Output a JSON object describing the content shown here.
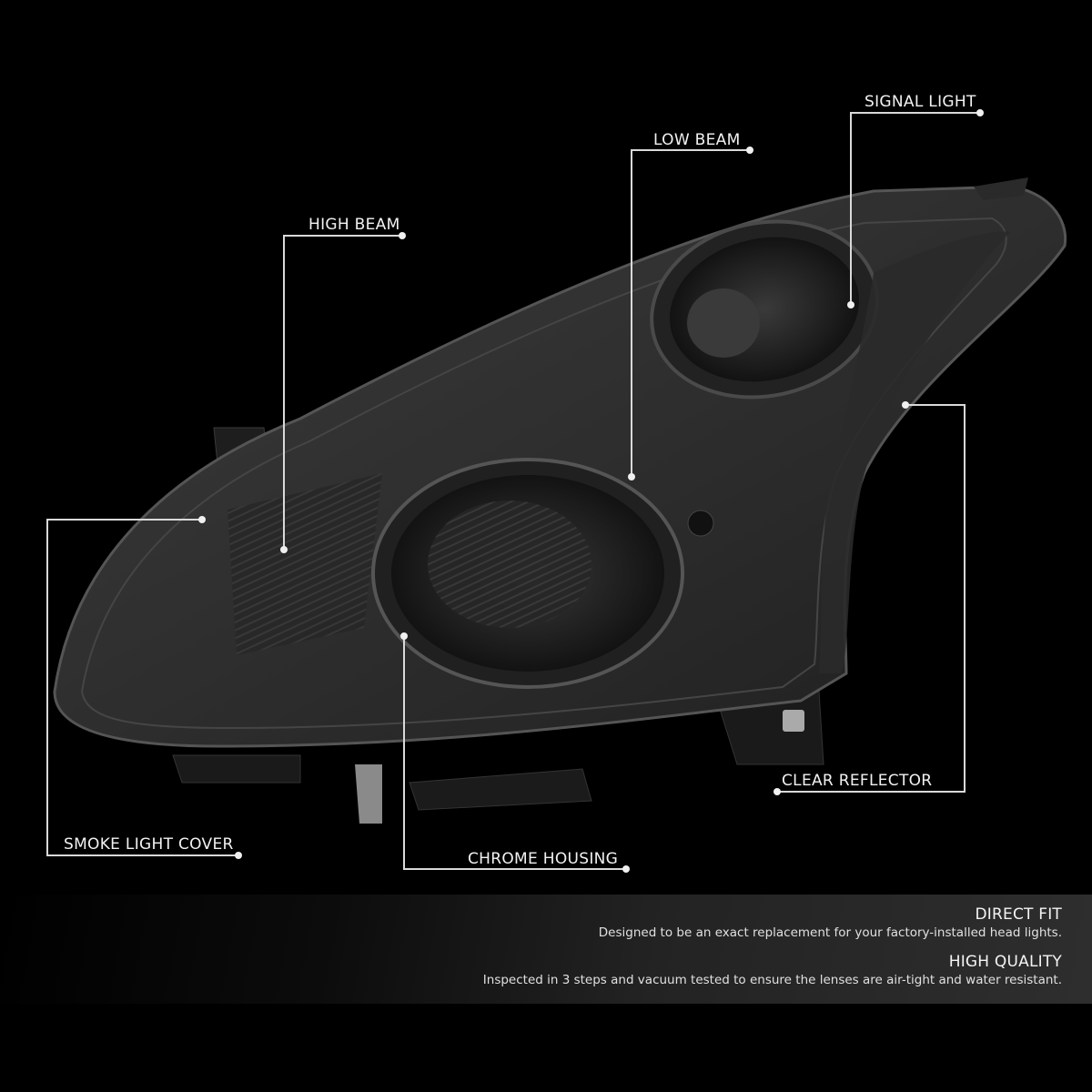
{
  "product": {
    "subject": "Smoke lens headlight assembly (driver side)",
    "background_color": "#000000",
    "line_color": "#d9d9d9"
  },
  "callouts": [
    {
      "id": "signal-light",
      "label": "SIGNAL LIGHT"
    },
    {
      "id": "low-beam",
      "label": "LOW BEAM"
    },
    {
      "id": "high-beam",
      "label": "HIGH BEAM"
    },
    {
      "id": "smoke-light-cover",
      "label": "SMOKE LIGHT COVER"
    },
    {
      "id": "clear-reflector",
      "label": "CLEAR REFLECTOR"
    },
    {
      "id": "chrome-housing",
      "label": "CHROME HOUSING"
    }
  ],
  "features": [
    {
      "title": "DIRECT FIT",
      "description": "Designed to be an exact replacement for your factory-installed head lights."
    },
    {
      "title": "HIGH QUALITY",
      "description": "Inspected in 3 steps and vacuum tested to ensure the lenses are air-tight and water resistant."
    }
  ]
}
